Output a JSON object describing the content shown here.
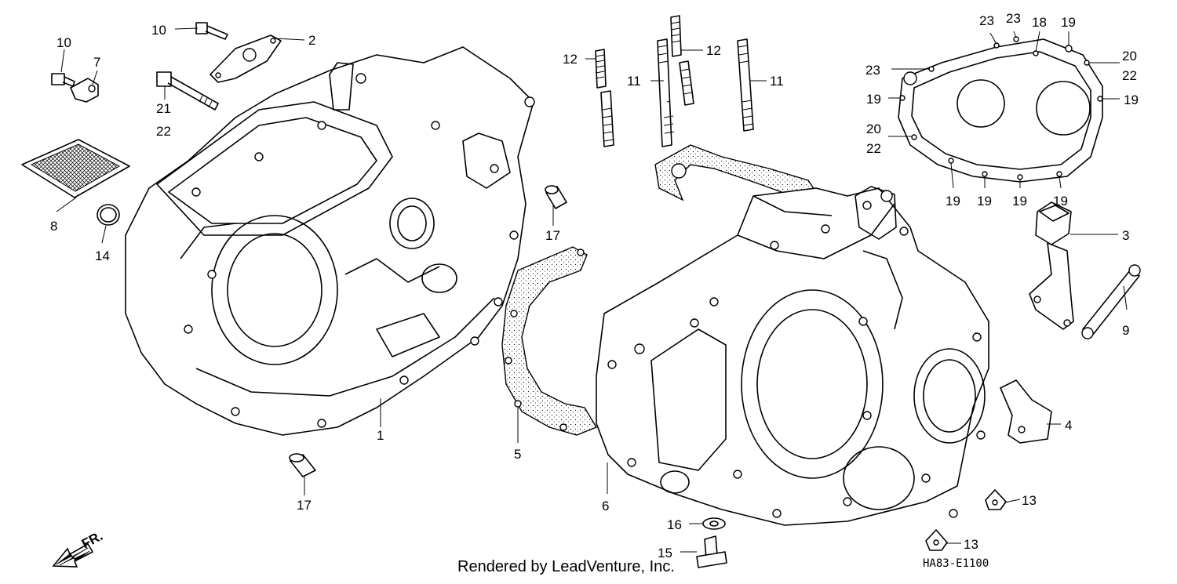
{
  "callouts": [
    {
      "id": "c10a",
      "text": "10"
    },
    {
      "id": "c7",
      "text": "7"
    },
    {
      "id": "c10b",
      "text": "10"
    },
    {
      "id": "c2",
      "text": "2"
    },
    {
      "id": "c21",
      "text": "21"
    },
    {
      "id": "c22a",
      "text": "22"
    },
    {
      "id": "c8",
      "text": "8"
    },
    {
      "id": "c14",
      "text": "14"
    },
    {
      "id": "c1",
      "text": "1"
    },
    {
      "id": "c17a",
      "text": "17"
    },
    {
      "id": "c17b",
      "text": "17"
    },
    {
      "id": "c12a",
      "text": "12"
    },
    {
      "id": "c12b",
      "text": "12"
    },
    {
      "id": "c11a",
      "text": "11"
    },
    {
      "id": "c11b",
      "text": "11"
    },
    {
      "id": "c5",
      "text": "5"
    },
    {
      "id": "c6",
      "text": "6"
    },
    {
      "id": "c16",
      "text": "16"
    },
    {
      "id": "c15",
      "text": "15"
    },
    {
      "id": "c23a",
      "text": "23"
    },
    {
      "id": "c23b",
      "text": "23"
    },
    {
      "id": "c18",
      "text": "18"
    },
    {
      "id": "c19a",
      "text": "19"
    },
    {
      "id": "c23c",
      "text": "23"
    },
    {
      "id": "c20a",
      "text": "20"
    },
    {
      "id": "c22b",
      "text": "22"
    },
    {
      "id": "c19b",
      "text": "19"
    },
    {
      "id": "c19c",
      "text": "19"
    },
    {
      "id": "c20b",
      "text": "20"
    },
    {
      "id": "c22c",
      "text": "22"
    },
    {
      "id": "c19d",
      "text": "19"
    },
    {
      "id": "c19e",
      "text": "19"
    },
    {
      "id": "c19f",
      "text": "19"
    },
    {
      "id": "c19g",
      "text": "19"
    },
    {
      "id": "c3",
      "text": "3"
    },
    {
      "id": "c9",
      "text": "9"
    },
    {
      "id": "c4",
      "text": "4"
    },
    {
      "id": "c13a",
      "text": "13"
    },
    {
      "id": "c13b",
      "text": "13"
    }
  ],
  "front_marker": "FR.",
  "credit": "Rendered by LeadVenture, Inc.",
  "diagram_code": "HA83-E1100"
}
